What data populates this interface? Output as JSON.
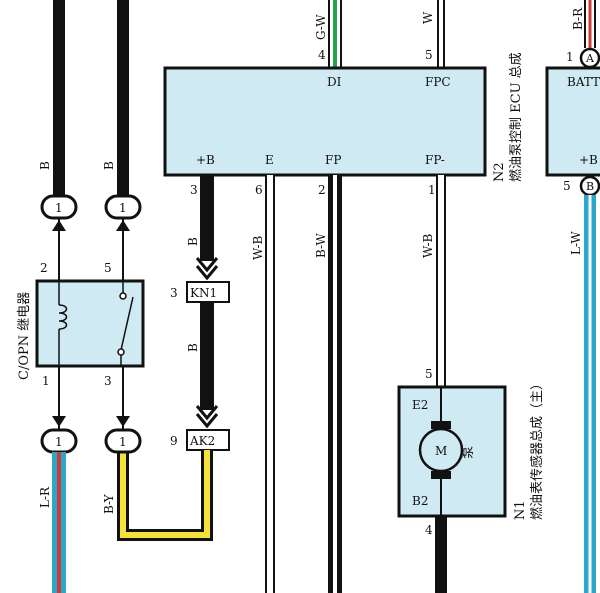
{
  "colors": {
    "box_fill": "#cfeaf3",
    "wire_black": "#111111",
    "wire_green": "#1fa64a",
    "wire_red": "#d23a3a",
    "wire_blue": "#2aa7c9",
    "wire_yellow": "#f2e23a",
    "wire_white": "#ffffff"
  },
  "top_wires": {
    "gw": "G-W",
    "w": "W",
    "br": "B-R",
    "b_left": "B",
    "b_mid": "B"
  },
  "ecu": {
    "ref": "N2",
    "name": "燃油泵控制 ECU 总成",
    "pin_di": "DI",
    "pin_fpc": "FPC",
    "pin_b": "+B",
    "pin_e": "E",
    "pin_fp": "FP",
    "pin_fpm": "FP-",
    "num_di": "4",
    "num_fpc": "5",
    "num_b": "3",
    "num_e": "6",
    "num_fp": "2",
    "num_fpm": "1"
  },
  "right_unit": {
    "batt": "BATT",
    "plus_b": "+B",
    "conn_a": "A",
    "conn_b": "B",
    "num_a": "1",
    "num_b": "5",
    "wire_lw": "L-W"
  },
  "relay": {
    "name": "C/OPN 继电器",
    "pin2": "2",
    "pin5": "5",
    "pin1": "1",
    "pin3": "3"
  },
  "connectors": {
    "c1": "1",
    "c2": "1",
    "c3": "1",
    "c4": "1"
  },
  "junctions": {
    "kn1": "KN1",
    "kn1_pin": "3",
    "ak2": "AK2",
    "ak2_pin": "9"
  },
  "wires": {
    "b_mid2": "B",
    "b_kn": "B",
    "wb_e": "W-B",
    "bw_fp": "B-W",
    "wb_fpm": "W-B",
    "lr": "L-R",
    "by": "B-Y"
  },
  "pump": {
    "ref": "N1",
    "name": "燃油表传感器总成（主）",
    "e2": "E2",
    "b2": "B2",
    "pin_top": "5",
    "pin_bot": "4",
    "motor": "M",
    "pump_label": "泵"
  }
}
